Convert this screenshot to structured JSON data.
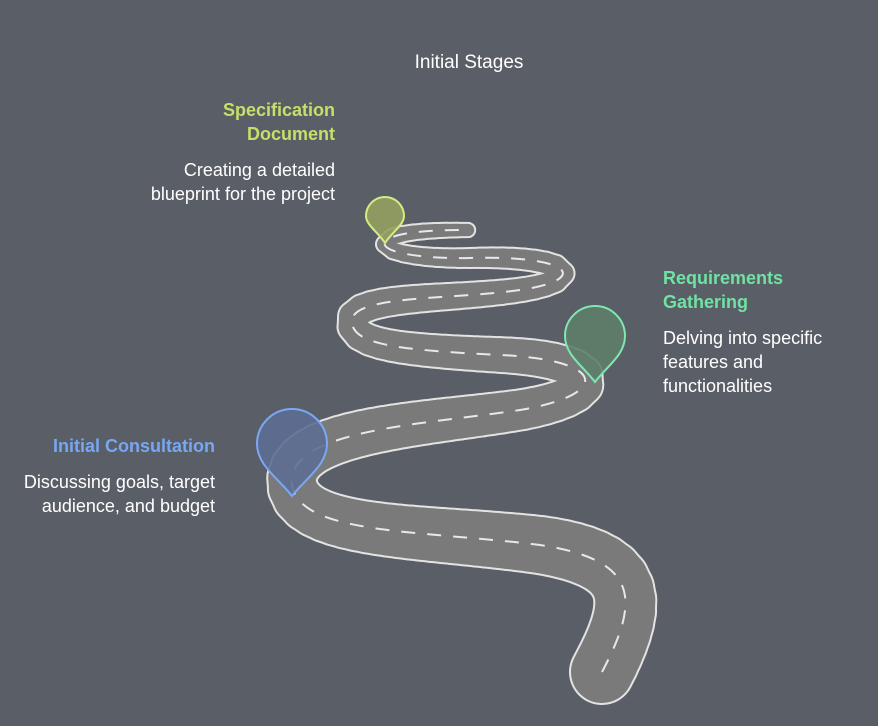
{
  "title": "Initial Stages",
  "stages": [
    {
      "title": "Specification Document",
      "description": "Creating a detailed blueprint for the project",
      "color": "#c2e06a",
      "pin_fill": "#94a060",
      "pin_stroke": "#d5ec84"
    },
    {
      "title": "Requirements Gathering",
      "description": "Delving into specific features and functionalities",
      "color": "#6fe3a3",
      "pin_fill": "#5e7e6a",
      "pin_stroke": "#7ee8b0"
    },
    {
      "title": "Initial Consultation",
      "description": "Discussing goals, target audience, and budget",
      "color": "#78a7f2",
      "pin_fill": "#5d6e92",
      "pin_stroke": "#7ba8f5"
    }
  ],
  "colors": {
    "background": "#5a5e66",
    "road": "#7a7a7a",
    "road_edge": "#e3e3e3",
    "road_dash": "#e8e8e8"
  }
}
